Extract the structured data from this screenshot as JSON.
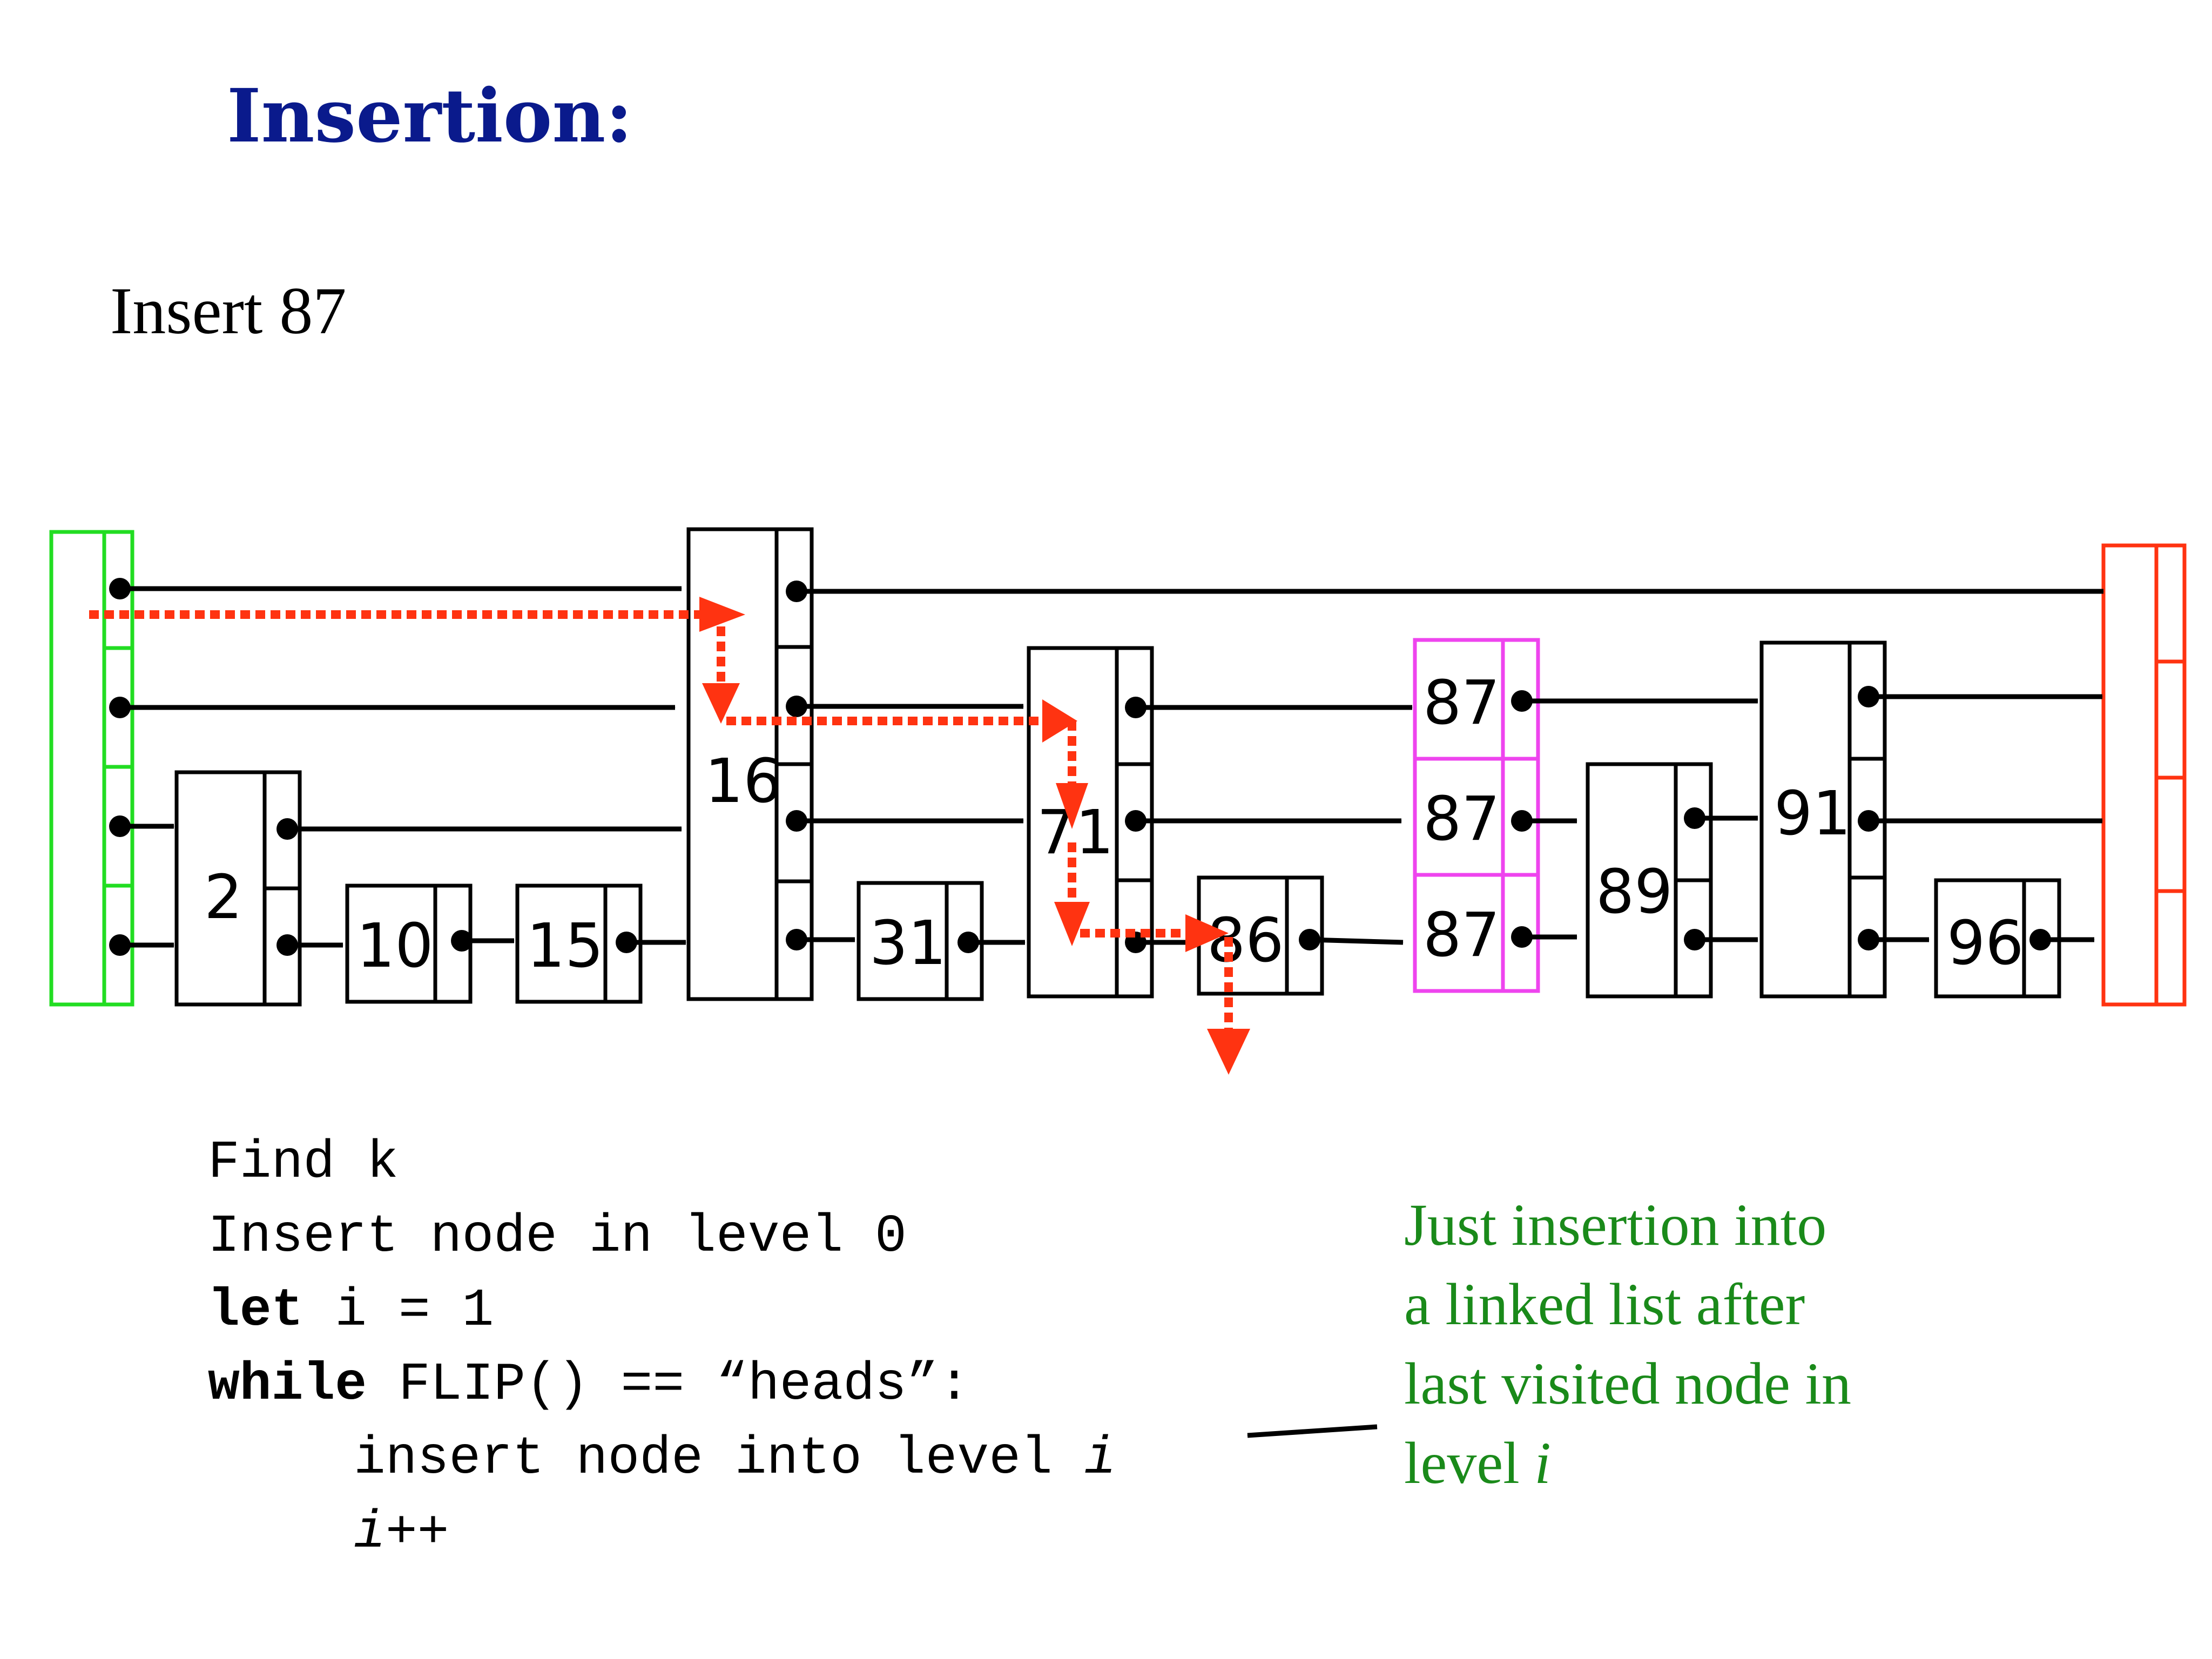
{
  "title": "Insertion:",
  "subtitle": "Insert 87",
  "colors": {
    "title": "#0a1a8c",
    "search_path": "#ff3311",
    "head_sentinel": "#22dd22",
    "tail_sentinel": "#ff3311",
    "inserted_node": "#ee44ee",
    "note": "#1a8a1a"
  },
  "skip_list": {
    "nodes": [
      {
        "key": "2"
      },
      {
        "key": "10"
      },
      {
        "key": "15"
      },
      {
        "key": "16"
      },
      {
        "key": "31"
      },
      {
        "key": "71"
      },
      {
        "key": "86"
      },
      {
        "key": "87"
      },
      {
        "key": "87"
      },
      {
        "key": "87"
      },
      {
        "key": "89"
      },
      {
        "key": "91"
      },
      {
        "key": "96"
      }
    ]
  },
  "code": {
    "line1": "Find k",
    "line2": "Insert node in level 0",
    "line3_kw": "let",
    "line3_rest": " i = 1",
    "line4_kw": "while",
    "line4_rest": " FLIP() == “heads”:",
    "line5_text": "insert node into level ",
    "line5_var": "i",
    "line6_var": "i",
    "line6_op": "++"
  },
  "note": {
    "line1": "Just insertion into",
    "line2": "a linked list after",
    "line3": "last visited node in",
    "line4_text": "level ",
    "line4_var": "i"
  }
}
